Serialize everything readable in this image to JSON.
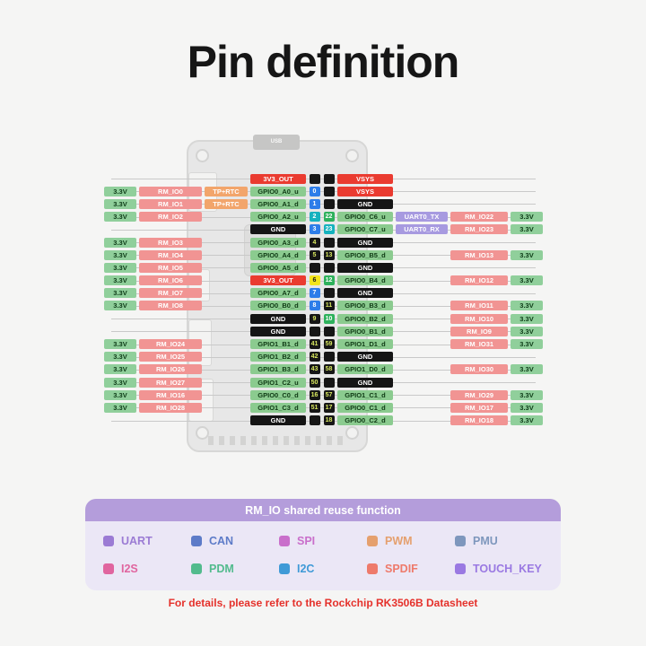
{
  "page": {
    "title": "Pin definition",
    "footnote": "For details, please refer to the Rockchip RK3506B Datasheet"
  },
  "board": {
    "usb_label": "USB"
  },
  "colors": {
    "legend_header_purple": "#b49ddb",
    "power_red": "#ea3b30",
    "gpio_green": "#8bcb8f",
    "voltage_green": "#90cf9b",
    "rmio_salmon": "#f19493",
    "tp_rtc_orange": "#f2a56b",
    "uart_purple": "#a79ae0",
    "gnd_black": "#151515",
    "note_red": "#e5312b"
  },
  "pin_rows": [
    {
      "left": {
        "gpio": "3V3_OUT",
        "gpio_type": "pwr",
        "pin": "",
        "pin_color": "black"
      },
      "right": {
        "pin": "",
        "pin_color": "black",
        "gpio": "VSYS",
        "gpio_type": "pwr"
      }
    },
    {
      "left": {
        "volt": "3.3V",
        "rm_io": "RM_IO0",
        "extra": "TP+RTC",
        "gpio": "GPIO0_A0_u",
        "gpio_type": "gpio",
        "pin": "0",
        "pin_color": "blue"
      },
      "right": {
        "pin": "",
        "pin_color": "black",
        "gpio": "VSYS",
        "gpio_type": "pwr"
      }
    },
    {
      "left": {
        "volt": "3.3V",
        "rm_io": "RM_IO1",
        "extra": "TP+RTC",
        "gpio": "GPIO0_A1_d",
        "gpio_type": "gpio",
        "pin": "1",
        "pin_color": "blue"
      },
      "right": {
        "pin": "",
        "pin_color": "black",
        "gpio": "GND",
        "gpio_type": "gnd"
      }
    },
    {
      "left": {
        "volt": "3.3V",
        "rm_io": "RM_IO2",
        "gpio": "GPIO0_A2_u",
        "gpio_type": "gpio",
        "pin": "2",
        "pin_color": "teal"
      },
      "right": {
        "pin": "22",
        "pin_color": "green",
        "gpio": "GPIO0_C6_u",
        "gpio_type": "gpio",
        "func": "UART0_TX",
        "rm_io": "RM_IO22",
        "volt": "3.3V"
      }
    },
    {
      "left": {
        "gpio": "GND",
        "gpio_type": "gnd",
        "pin": "3",
        "pin_color": "blue"
      },
      "right": {
        "pin": "23",
        "pin_color": "teal",
        "gpio": "GPIO0_C7_u",
        "gpio_type": "gpio",
        "func": "UART0_RX",
        "rm_io": "RM_IO23",
        "volt": "3.3V"
      }
    },
    {
      "left": {
        "volt": "3.3V",
        "rm_io": "RM_IO3",
        "gpio": "GPIO0_A3_d",
        "gpio_type": "gpio",
        "pin": "4",
        "pin_color": "dark"
      },
      "right": {
        "pin": "",
        "pin_color": "black",
        "gpio": "GND",
        "gpio_type": "gnd"
      }
    },
    {
      "left": {
        "volt": "3.3V",
        "rm_io": "RM_IO4",
        "gpio": "GPIO0_A4_d",
        "gpio_type": "gpio",
        "pin": "5",
        "pin_color": "dark"
      },
      "right": {
        "pin": "13",
        "pin_color": "dark",
        "gpio": "GPIO0_B5_d",
        "gpio_type": "gpio",
        "rm_io": "RM_IO13",
        "volt": "3.3V"
      }
    },
    {
      "left": {
        "volt": "3.3V",
        "rm_io": "RM_IO5",
        "gpio": "GPIO0_A5_d",
        "gpio_type": "gpio",
        "pin": "",
        "pin_color": "black"
      },
      "right": {
        "pin": "",
        "pin_color": "black",
        "gpio": "GND",
        "gpio_type": "gnd"
      }
    },
    {
      "left": {
        "volt": "3.3V",
        "rm_io": "RM_IO6",
        "gpio": "3V3_OUT",
        "gpio_type": "pwr",
        "pin": "6",
        "pin_color": "yellow"
      },
      "right": {
        "pin": "12",
        "pin_color": "green",
        "gpio": "GPIO0_B4_d",
        "gpio_type": "gpio",
        "rm_io": "RM_IO12",
        "volt": "3.3V"
      }
    },
    {
      "left": {
        "volt": "3.3V",
        "rm_io": "RM_IO7",
        "gpio": "GPIO0_A7_d",
        "gpio_type": "gpio",
        "pin": "7",
        "pin_color": "blue"
      },
      "right": {
        "pin": "",
        "pin_color": "black",
        "gpio": "GND",
        "gpio_type": "gnd"
      }
    },
    {
      "left": {
        "volt": "3.3V",
        "rm_io": "RM_IO8",
        "gpio": "GPIO0_B0_d",
        "gpio_type": "gpio",
        "pin": "8",
        "pin_color": "blue"
      },
      "right": {
        "pin": "11",
        "pin_color": "dark",
        "gpio": "GPIO0_B3_d",
        "gpio_type": "gpio",
        "rm_io": "RM_IO11",
        "volt": "3.3V"
      }
    },
    {
      "left": {
        "gpio": "GND",
        "gpio_type": "gnd",
        "pin": "9",
        "pin_color": "dark"
      },
      "right": {
        "pin": "10",
        "pin_color": "green",
        "gpio": "GPIO0_B2_d",
        "gpio_type": "gpio",
        "rm_io": "RM_IO10",
        "volt": "3.3V"
      }
    },
    {
      "left": {
        "gpio": "GND",
        "gpio_type": "gnd",
        "pin": "",
        "pin_color": "black"
      },
      "right": {
        "pin": "",
        "pin_color": "black",
        "gpio": "GPIO0_B1_d",
        "gpio_type": "gpio",
        "rm_io": "RM_IO9",
        "volt": "3.3V"
      }
    },
    {
      "left": {
        "volt": "3.3V",
        "rm_io": "RM_IO24",
        "gpio": "GPIO1_B1_d",
        "gpio_type": "gpio",
        "pin": "41",
        "pin_color": "dark"
      },
      "right": {
        "pin": "59",
        "pin_color": "dark",
        "gpio": "GPIO1_D1_d",
        "gpio_type": "gpio",
        "rm_io": "RM_IO31",
        "volt": "3.3V"
      }
    },
    {
      "left": {
        "volt": "3.3V",
        "rm_io": "RM_IO25",
        "gpio": "GPIO1_B2_d",
        "gpio_type": "gpio",
        "pin": "42",
        "pin_color": "dark"
      },
      "right": {
        "pin": "",
        "pin_color": "black",
        "gpio": "GND",
        "gpio_type": "gnd"
      }
    },
    {
      "left": {
        "volt": "3.3V",
        "rm_io": "RM_IO26",
        "gpio": "GPIO1_B3_d",
        "gpio_type": "gpio",
        "pin": "43",
        "pin_color": "dark"
      },
      "right": {
        "pin": "58",
        "pin_color": "dark",
        "gpio": "GPIO1_D0_d",
        "gpio_type": "gpio",
        "rm_io": "RM_IO30",
        "volt": "3.3V"
      }
    },
    {
      "left": {
        "volt": "3.3V",
        "rm_io": "RM_IO27",
        "gpio": "GPIO1_C2_u",
        "gpio_type": "gpio",
        "pin": "50",
        "pin_color": "dark"
      },
      "right": {
        "pin": "",
        "pin_color": "black",
        "gpio": "GND",
        "gpio_type": "gnd"
      }
    },
    {
      "left": {
        "volt": "3.3V",
        "rm_io": "RM_IO16",
        "gpio": "GPIO0_C0_d",
        "gpio_type": "gpio",
        "pin": "16",
        "pin_color": "dark"
      },
      "right": {
        "pin": "57",
        "pin_color": "dark",
        "gpio": "GPIO1_C1_d",
        "gpio_type": "gpio",
        "rm_io": "RM_IO29",
        "volt": "3.3V"
      }
    },
    {
      "left": {
        "volt": "3.3V",
        "rm_io": "RM_IO28",
        "gpio": "GPIO1_C3_d",
        "gpio_type": "gpio",
        "pin": "51",
        "pin_color": "dark"
      },
      "right": {
        "pin": "17",
        "pin_color": "dark",
        "gpio": "GPIO0_C1_d",
        "gpio_type": "gpio",
        "rm_io": "RM_IO17",
        "volt": "3.3V"
      }
    },
    {
      "left": {
        "gpio": "GND",
        "gpio_type": "gnd",
        "pin": "",
        "pin_color": "black"
      },
      "right": {
        "pin": "18",
        "pin_color": "dark",
        "gpio": "GPIO0_C2_d",
        "gpio_type": "gpio",
        "rm_io": "RM_IO18",
        "volt": "3.3V"
      }
    }
  ],
  "legend": {
    "title": "RM_IO shared reuse function",
    "items": [
      {
        "label": "UART",
        "color": "#9b7bd4"
      },
      {
        "label": "CAN",
        "color": "#5d7bc8"
      },
      {
        "label": "SPI",
        "color": "#c96fcb"
      },
      {
        "label": "PWM",
        "color": "#e5a06e"
      },
      {
        "label": "PMU",
        "color": "#7e97bd"
      },
      {
        "label": "I2S",
        "color": "#e0659f"
      },
      {
        "label": "PDM",
        "color": "#52bb8d"
      },
      {
        "label": "I2C",
        "color": "#3f9ad7"
      },
      {
        "label": "SPDIF",
        "color": "#ee7a6b"
      },
      {
        "label": "TOUCH_KEY",
        "color": "#9a79e2"
      }
    ]
  }
}
